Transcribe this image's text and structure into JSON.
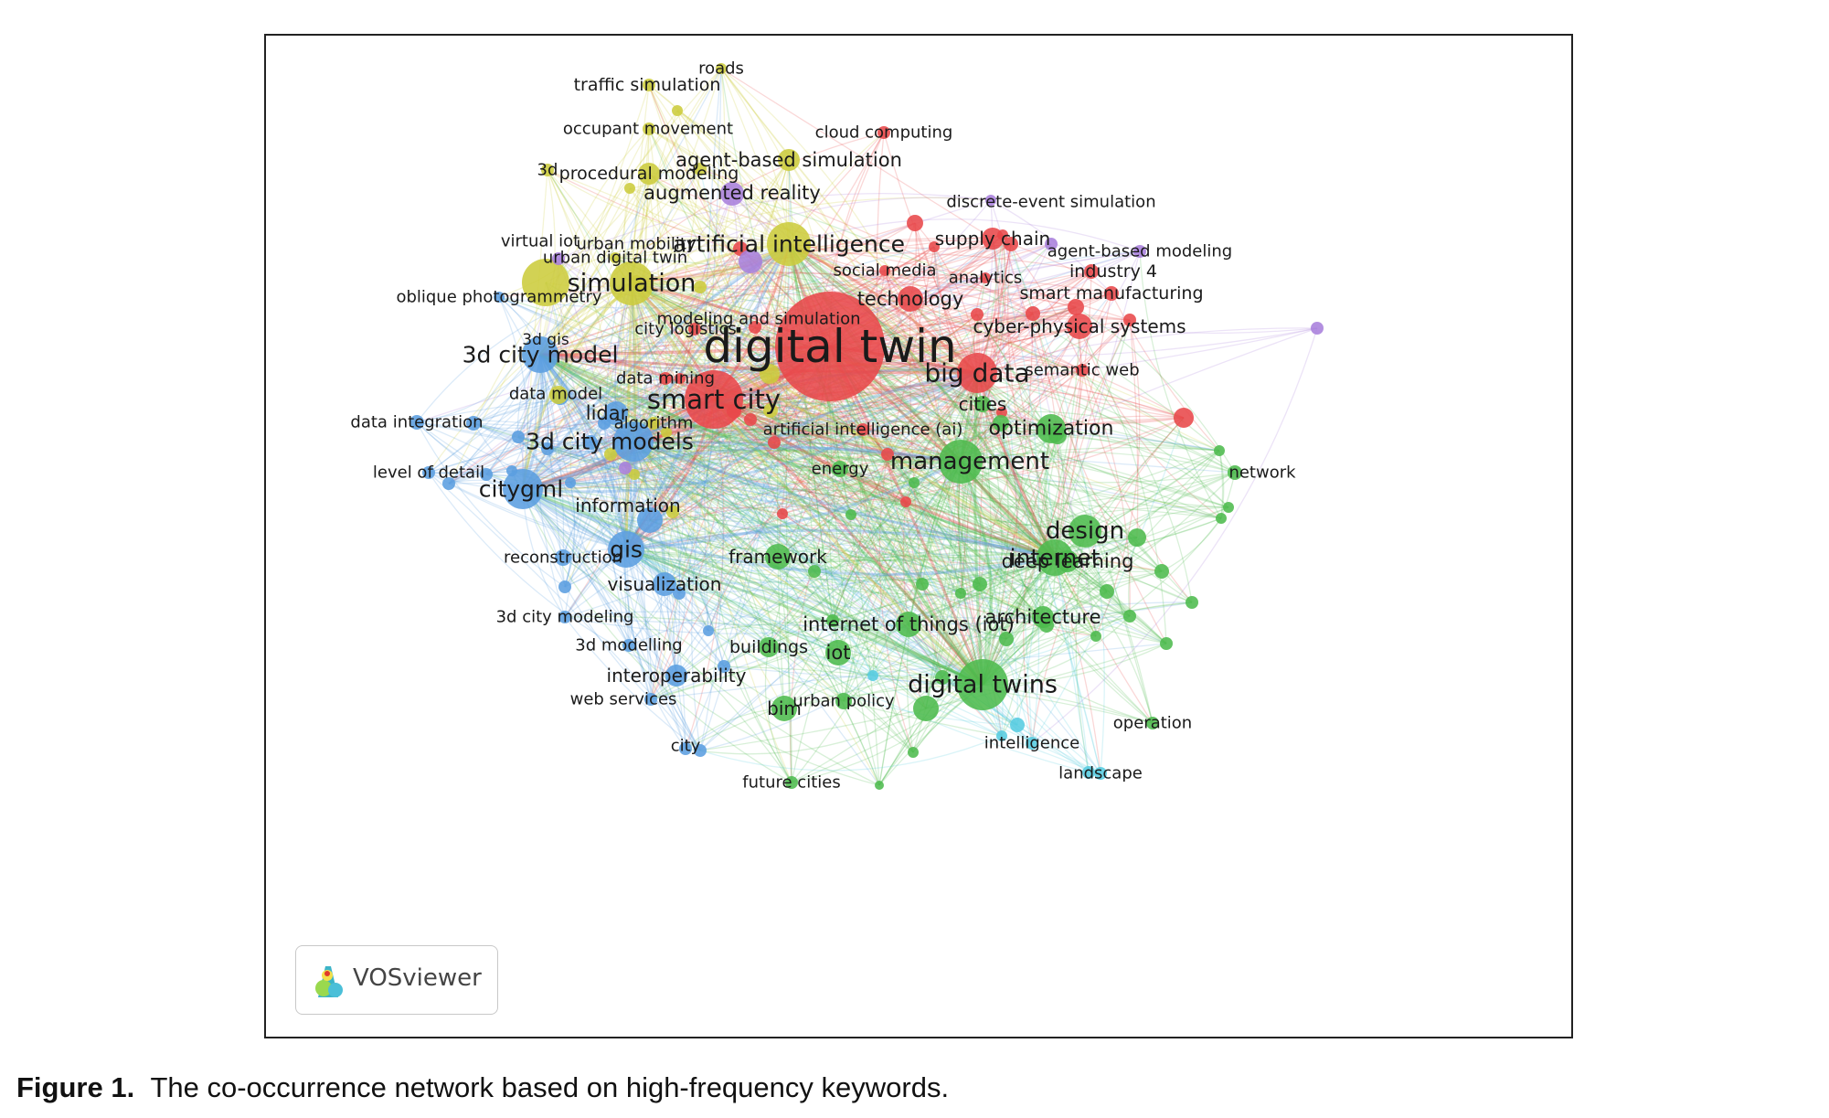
{
  "figure": {
    "caption_label": "Figure 1.",
    "caption_text": "The co-occurrence network based on high-frequency keywords.",
    "brand": "VOSviewer"
  },
  "colors": {
    "red": "#e8484a",
    "yellow": "#cccc3c",
    "blue": "#5b9ee0",
    "green": "#4dbb4d",
    "purple": "#a87fdc",
    "cyan": "#56cce0"
  },
  "clusters": [
    {
      "id": "red",
      "color": "#e8484a"
    },
    {
      "id": "yellow",
      "color": "#cccc3c"
    },
    {
      "id": "blue",
      "color": "#5b9ee0"
    },
    {
      "id": "green",
      "color": "#4dbb4d"
    },
    {
      "id": "purple",
      "color": "#a87fdc"
    },
    {
      "id": "cyan",
      "color": "#56cce0"
    }
  ],
  "keywords": [
    {
      "label": "digital twin",
      "cluster": "red"
    },
    {
      "label": "smart city",
      "cluster": "red"
    },
    {
      "label": "big data",
      "cluster": "red"
    },
    {
      "label": "cyber-physical systems",
      "cluster": "red"
    },
    {
      "label": "technology",
      "cluster": "red"
    },
    {
      "label": "supply chain",
      "cluster": "red"
    },
    {
      "label": "industry 4",
      "cluster": "red"
    },
    {
      "label": "smart manufacturing",
      "cluster": "red"
    },
    {
      "label": "cloud computing",
      "cluster": "red"
    },
    {
      "label": "social media",
      "cluster": "red"
    },
    {
      "label": "analytics",
      "cluster": "red"
    },
    {
      "label": "semantic web",
      "cluster": "red"
    },
    {
      "label": "data mining",
      "cluster": "red"
    },
    {
      "label": "artificial intelligence (ai)",
      "cluster": "red"
    },
    {
      "label": "city logistics",
      "cluster": "red"
    },
    {
      "label": "simulation",
      "cluster": "yellow"
    },
    {
      "label": "artificial intelligence",
      "cluster": "yellow"
    },
    {
      "label": "agent-based simulation",
      "cluster": "yellow"
    },
    {
      "label": "procedural modeling",
      "cluster": "yellow"
    },
    {
      "label": "traffic simulation",
      "cluster": "yellow"
    },
    {
      "label": "occupant movement",
      "cluster": "yellow"
    },
    {
      "label": "roads",
      "cluster": "yellow"
    },
    {
      "label": "3d",
      "cluster": "yellow"
    },
    {
      "label": "urban mobility",
      "cluster": "yellow"
    },
    {
      "label": "urban digital twin",
      "cluster": "yellow"
    },
    {
      "label": "modeling and simulation",
      "cluster": "yellow"
    },
    {
      "label": "3d gis",
      "cluster": "yellow"
    },
    {
      "label": "data model",
      "cluster": "yellow"
    },
    {
      "label": "algorithm",
      "cluster": "yellow"
    },
    {
      "label": "augmented reality",
      "cluster": "purple"
    },
    {
      "label": "virtual iot",
      "cluster": "purple"
    },
    {
      "label": "discrete-event simulation",
      "cluster": "purple"
    },
    {
      "label": "agent-based modeling",
      "cluster": "purple"
    },
    {
      "label": "3d city model",
      "cluster": "blue"
    },
    {
      "label": "3d city models",
      "cluster": "blue"
    },
    {
      "label": "citygml",
      "cluster": "blue"
    },
    {
      "label": "gis",
      "cluster": "blue"
    },
    {
      "label": "lidar",
      "cluster": "blue"
    },
    {
      "label": "information",
      "cluster": "blue"
    },
    {
      "label": "visualization",
      "cluster": "blue"
    },
    {
      "label": "interoperability",
      "cluster": "blue"
    },
    {
      "label": "oblique photogrammetry",
      "cluster": "blue"
    },
    {
      "label": "data integration",
      "cluster": "blue"
    },
    {
      "label": "level of detail",
      "cluster": "blue"
    },
    {
      "label": "reconstruction",
      "cluster": "blue"
    },
    {
      "label": "3d city modeling",
      "cluster": "blue"
    },
    {
      "label": "3d modelling",
      "cluster": "blue"
    },
    {
      "label": "web services",
      "cluster": "blue"
    },
    {
      "label": "city",
      "cluster": "blue"
    },
    {
      "label": "management",
      "cluster": "green"
    },
    {
      "label": "digital twins",
      "cluster": "green"
    },
    {
      "label": "internet",
      "cluster": "green"
    },
    {
      "label": "design",
      "cluster": "green"
    },
    {
      "label": "optimization",
      "cluster": "green"
    },
    {
      "label": "deep learning",
      "cluster": "green"
    },
    {
      "label": "internet of things (iot)",
      "cluster": "green"
    },
    {
      "label": "architecture",
      "cluster": "green"
    },
    {
      "label": "framework",
      "cluster": "green"
    },
    {
      "label": "iot",
      "cluster": "green"
    },
    {
      "label": "bim",
      "cluster": "green"
    },
    {
      "label": "buildings",
      "cluster": "green"
    },
    {
      "label": "urban policy",
      "cluster": "green"
    },
    {
      "label": "cities",
      "cluster": "green"
    },
    {
      "label": "energy",
      "cluster": "green"
    },
    {
      "label": "network",
      "cluster": "green"
    },
    {
      "label": "operation",
      "cluster": "green"
    },
    {
      "label": "future cities",
      "cluster": "green"
    },
    {
      "label": "intelligence",
      "cluster": "cyan"
    },
    {
      "label": "landscape",
      "cluster": "cyan"
    }
  ]
}
